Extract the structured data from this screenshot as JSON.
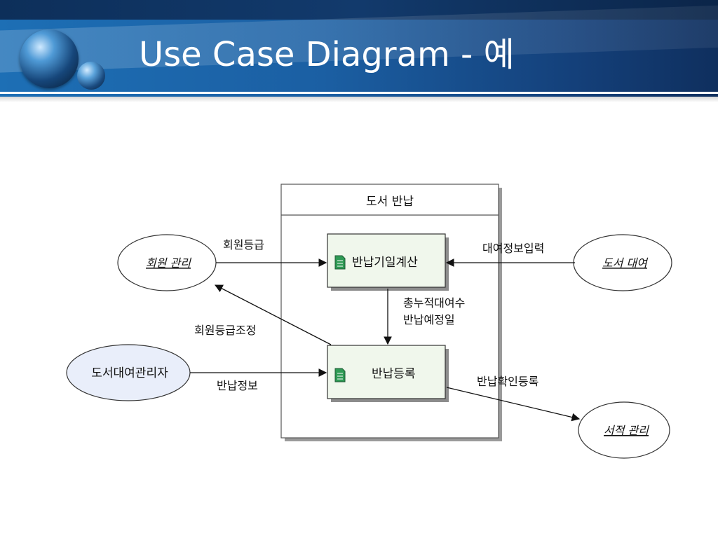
{
  "slide": {
    "title": "Use Case Diagram - 예"
  },
  "diagram": {
    "system_boundary": "도서 반납",
    "use_cases": {
      "calc_due": "반납기일계산",
      "register_return": "반납등록"
    },
    "external_cases": {
      "member_mgmt": "회원 관리",
      "book_rental": "도서 대여",
      "book_mgmt": "서적 관리"
    },
    "actor": "도서대여관리자",
    "flows": {
      "member_grade": "회원등급",
      "rental_info_input": "대여정보입력",
      "total_rental_line1": "총누적대여수",
      "total_rental_line2": "반납예정일",
      "member_grade_adjust": "회원등급조정",
      "return_info": "반납정보",
      "return_confirm": "반납확인등록"
    }
  }
}
